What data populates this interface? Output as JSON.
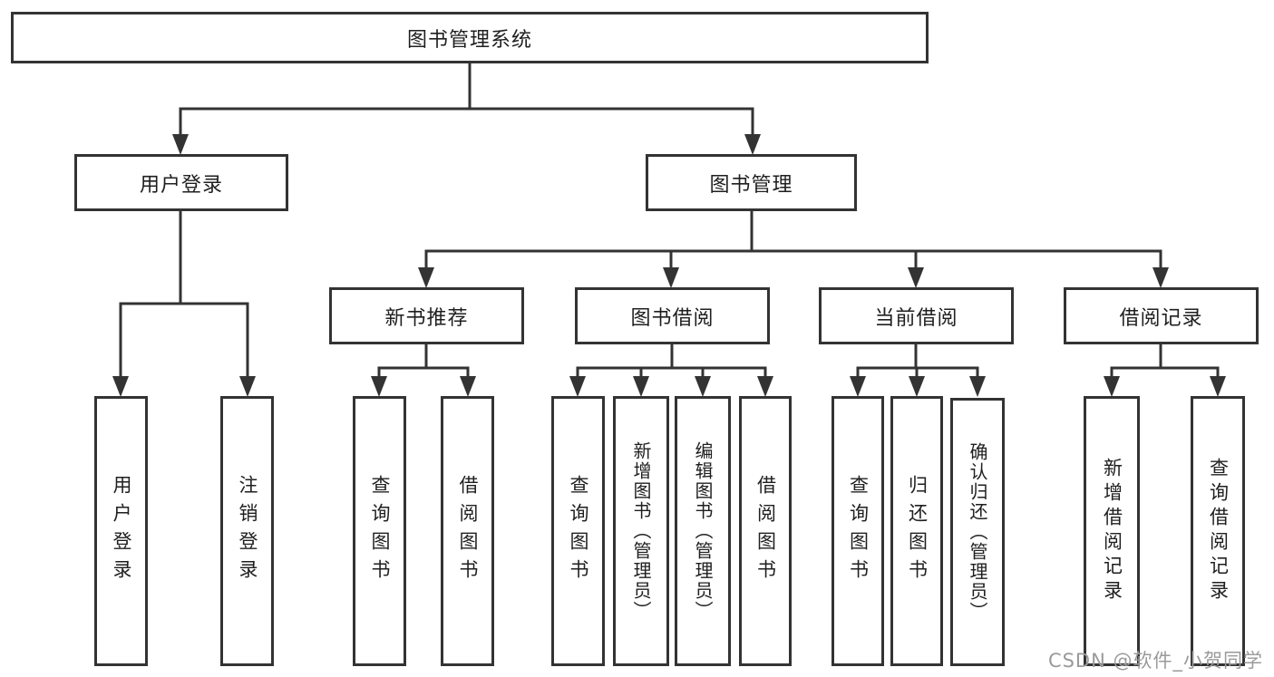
{
  "colors": {
    "line": "#333333",
    "box_border": "#333333",
    "text": "#1f1f1f",
    "watermark": "#9a9a9a",
    "background": "#ffffff"
  },
  "watermark": "CSDN @软件_小贺同学",
  "tree": {
    "label": "图书管理系统",
    "children": [
      {
        "label": "用户登录",
        "children": [
          {
            "label": "用户登录"
          },
          {
            "label": "注销登录"
          }
        ]
      },
      {
        "label": "图书管理",
        "children": [
          {
            "label": "新书推荐",
            "children": [
              {
                "label": "查询图书"
              },
              {
                "label": "借阅图书"
              }
            ]
          },
          {
            "label": "图书借阅",
            "children": [
              {
                "label": "查询图书"
              },
              {
                "label": "新增图书（管理员）"
              },
              {
                "label": "编辑图书（管理员）"
              },
              {
                "label": "借阅图书"
              }
            ]
          },
          {
            "label": "当前借阅",
            "children": [
              {
                "label": "查询图书"
              },
              {
                "label": "归还图书"
              },
              {
                "label": "确认归还（管理员）"
              }
            ]
          },
          {
            "label": "借阅记录",
            "children": [
              {
                "label": "新增借阅记录"
              },
              {
                "label": "查询借阅记录"
              }
            ]
          }
        ]
      }
    ]
  }
}
